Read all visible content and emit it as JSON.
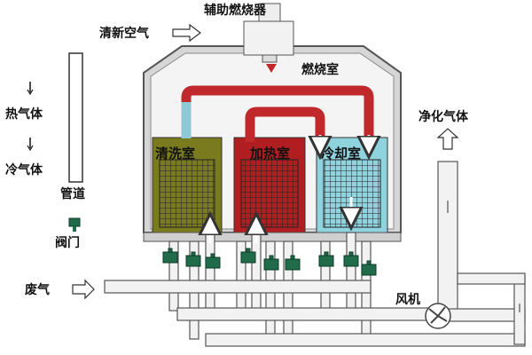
{
  "labels": {
    "aux_burner": "辅助燃烧器",
    "fresh_air": "清新空气",
    "combustion_chamber": "燃烧室",
    "hot_gas": "热气体",
    "cold_gas": "冷气体",
    "pipe": "管道",
    "valve": "阀门",
    "purified_gas": "净化气体",
    "waste_gas": "废气",
    "fan": "风机"
  },
  "chambers": [
    {
      "label": "清洗室",
      "color": "#7a7a1e"
    },
    {
      "label": "加热室",
      "color": "#b01e22"
    },
    {
      "label": "冷却室",
      "color": "#8fd3df"
    }
  ],
  "colors": {
    "hot_pipe": "#c0282b",
    "cold_pipe": "#8fc9d6",
    "housing": "#d9d9d9",
    "valve": "#1f6b4a"
  }
}
